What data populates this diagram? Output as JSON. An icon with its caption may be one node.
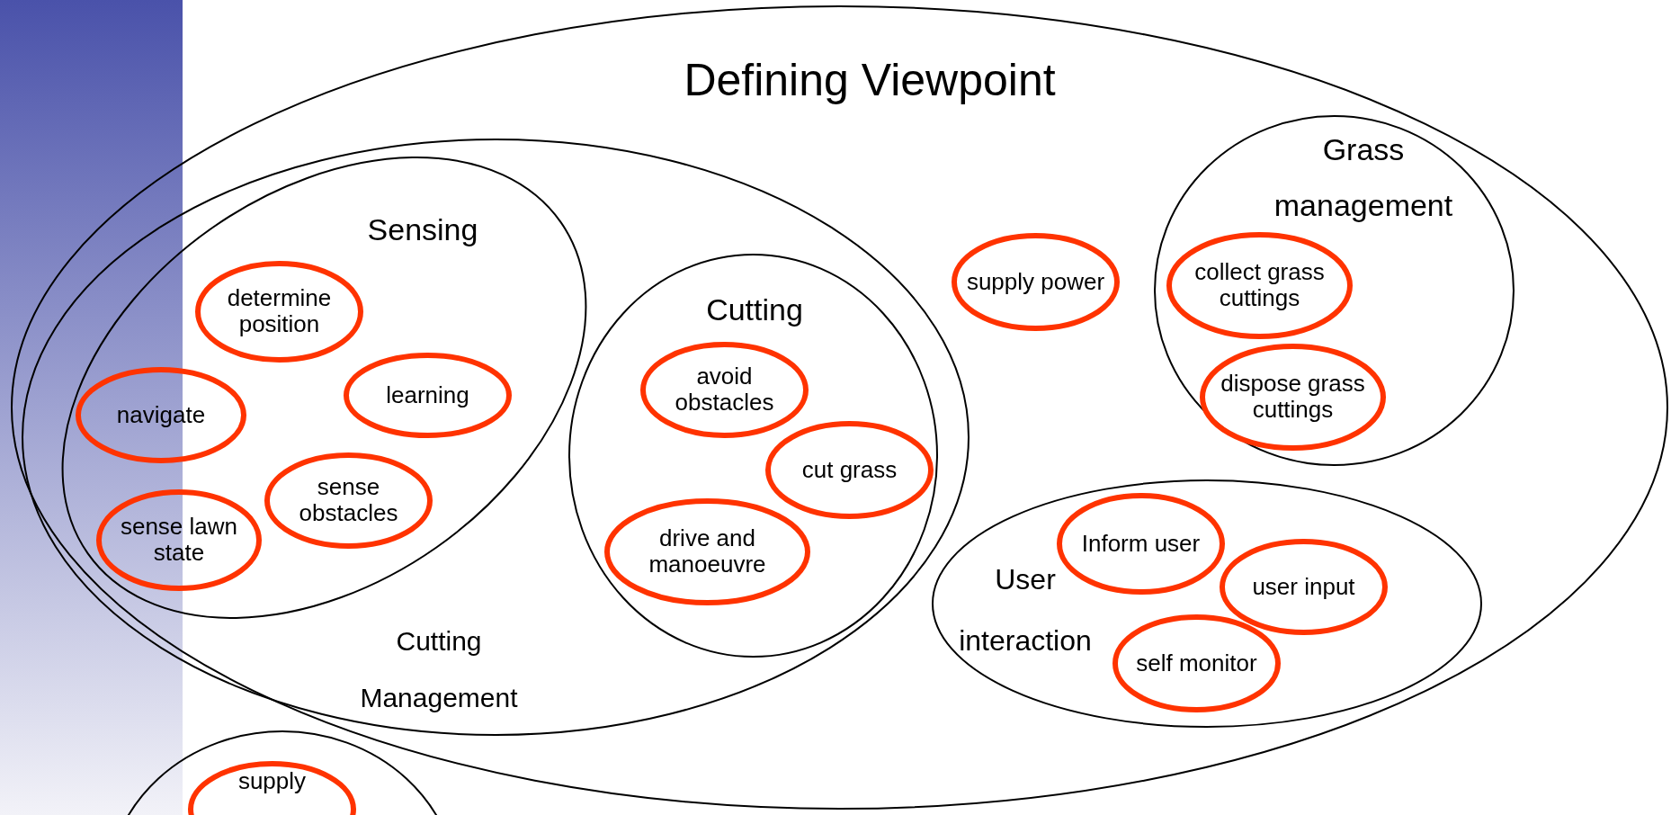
{
  "diagram": {
    "nodes": [
      {
        "text": [
          "Defining Viewpoint"
        ]
      },
      {
        "text": [
          "Cutting Management"
        ],
        "in": 0
      },
      {
        "text": [
          "Sensing"
        ],
        "in": 1
      },
      {
        "text": [
          "determine position"
        ],
        "in": 2
      },
      {
        "text": [
          "navigate"
        ],
        "in": 2
      },
      {
        "text": [
          "learning"
        ],
        "in": 2
      },
      {
        "text": [
          "sense obstacles"
        ],
        "in": 2
      },
      {
        "text": [
          "sense lawn state"
        ],
        "in": 2
      },
      {
        "text": [
          "Cutting"
        ],
        "in": 1
      },
      {
        "text": [
          "avoid obstacles"
        ],
        "in": 8
      },
      {
        "text": [
          "cut grass"
        ],
        "in": 8
      },
      {
        "text": [
          "drive and manoeuvre"
        ],
        "in": 8
      },
      {
        "text": [
          "supply power"
        ],
        "in": 0
      },
      {
        "text": [
          "Grass management"
        ],
        "in": 0
      },
      {
        "text": [
          "collect grass cuttings"
        ],
        "in": 13
      },
      {
        "text": [
          "dispose grass cuttings"
        ],
        "in": 13
      },
      {
        "text": [
          "User interaction"
        ],
        "in": 0
      },
      {
        "text": [
          "Inform user"
        ],
        "in": 16
      },
      {
        "text": [
          "user input"
        ],
        "in": 16
      },
      {
        "text": [
          "self monitor"
        ],
        "in": 16
      },
      {
        "text": [],
        "shape": "circle"
      },
      {
        "text": [
          "supply"
        ],
        "in": 20
      },
      {
        "text": [],
        "shape": "bar"
      }
    ]
  }
}
